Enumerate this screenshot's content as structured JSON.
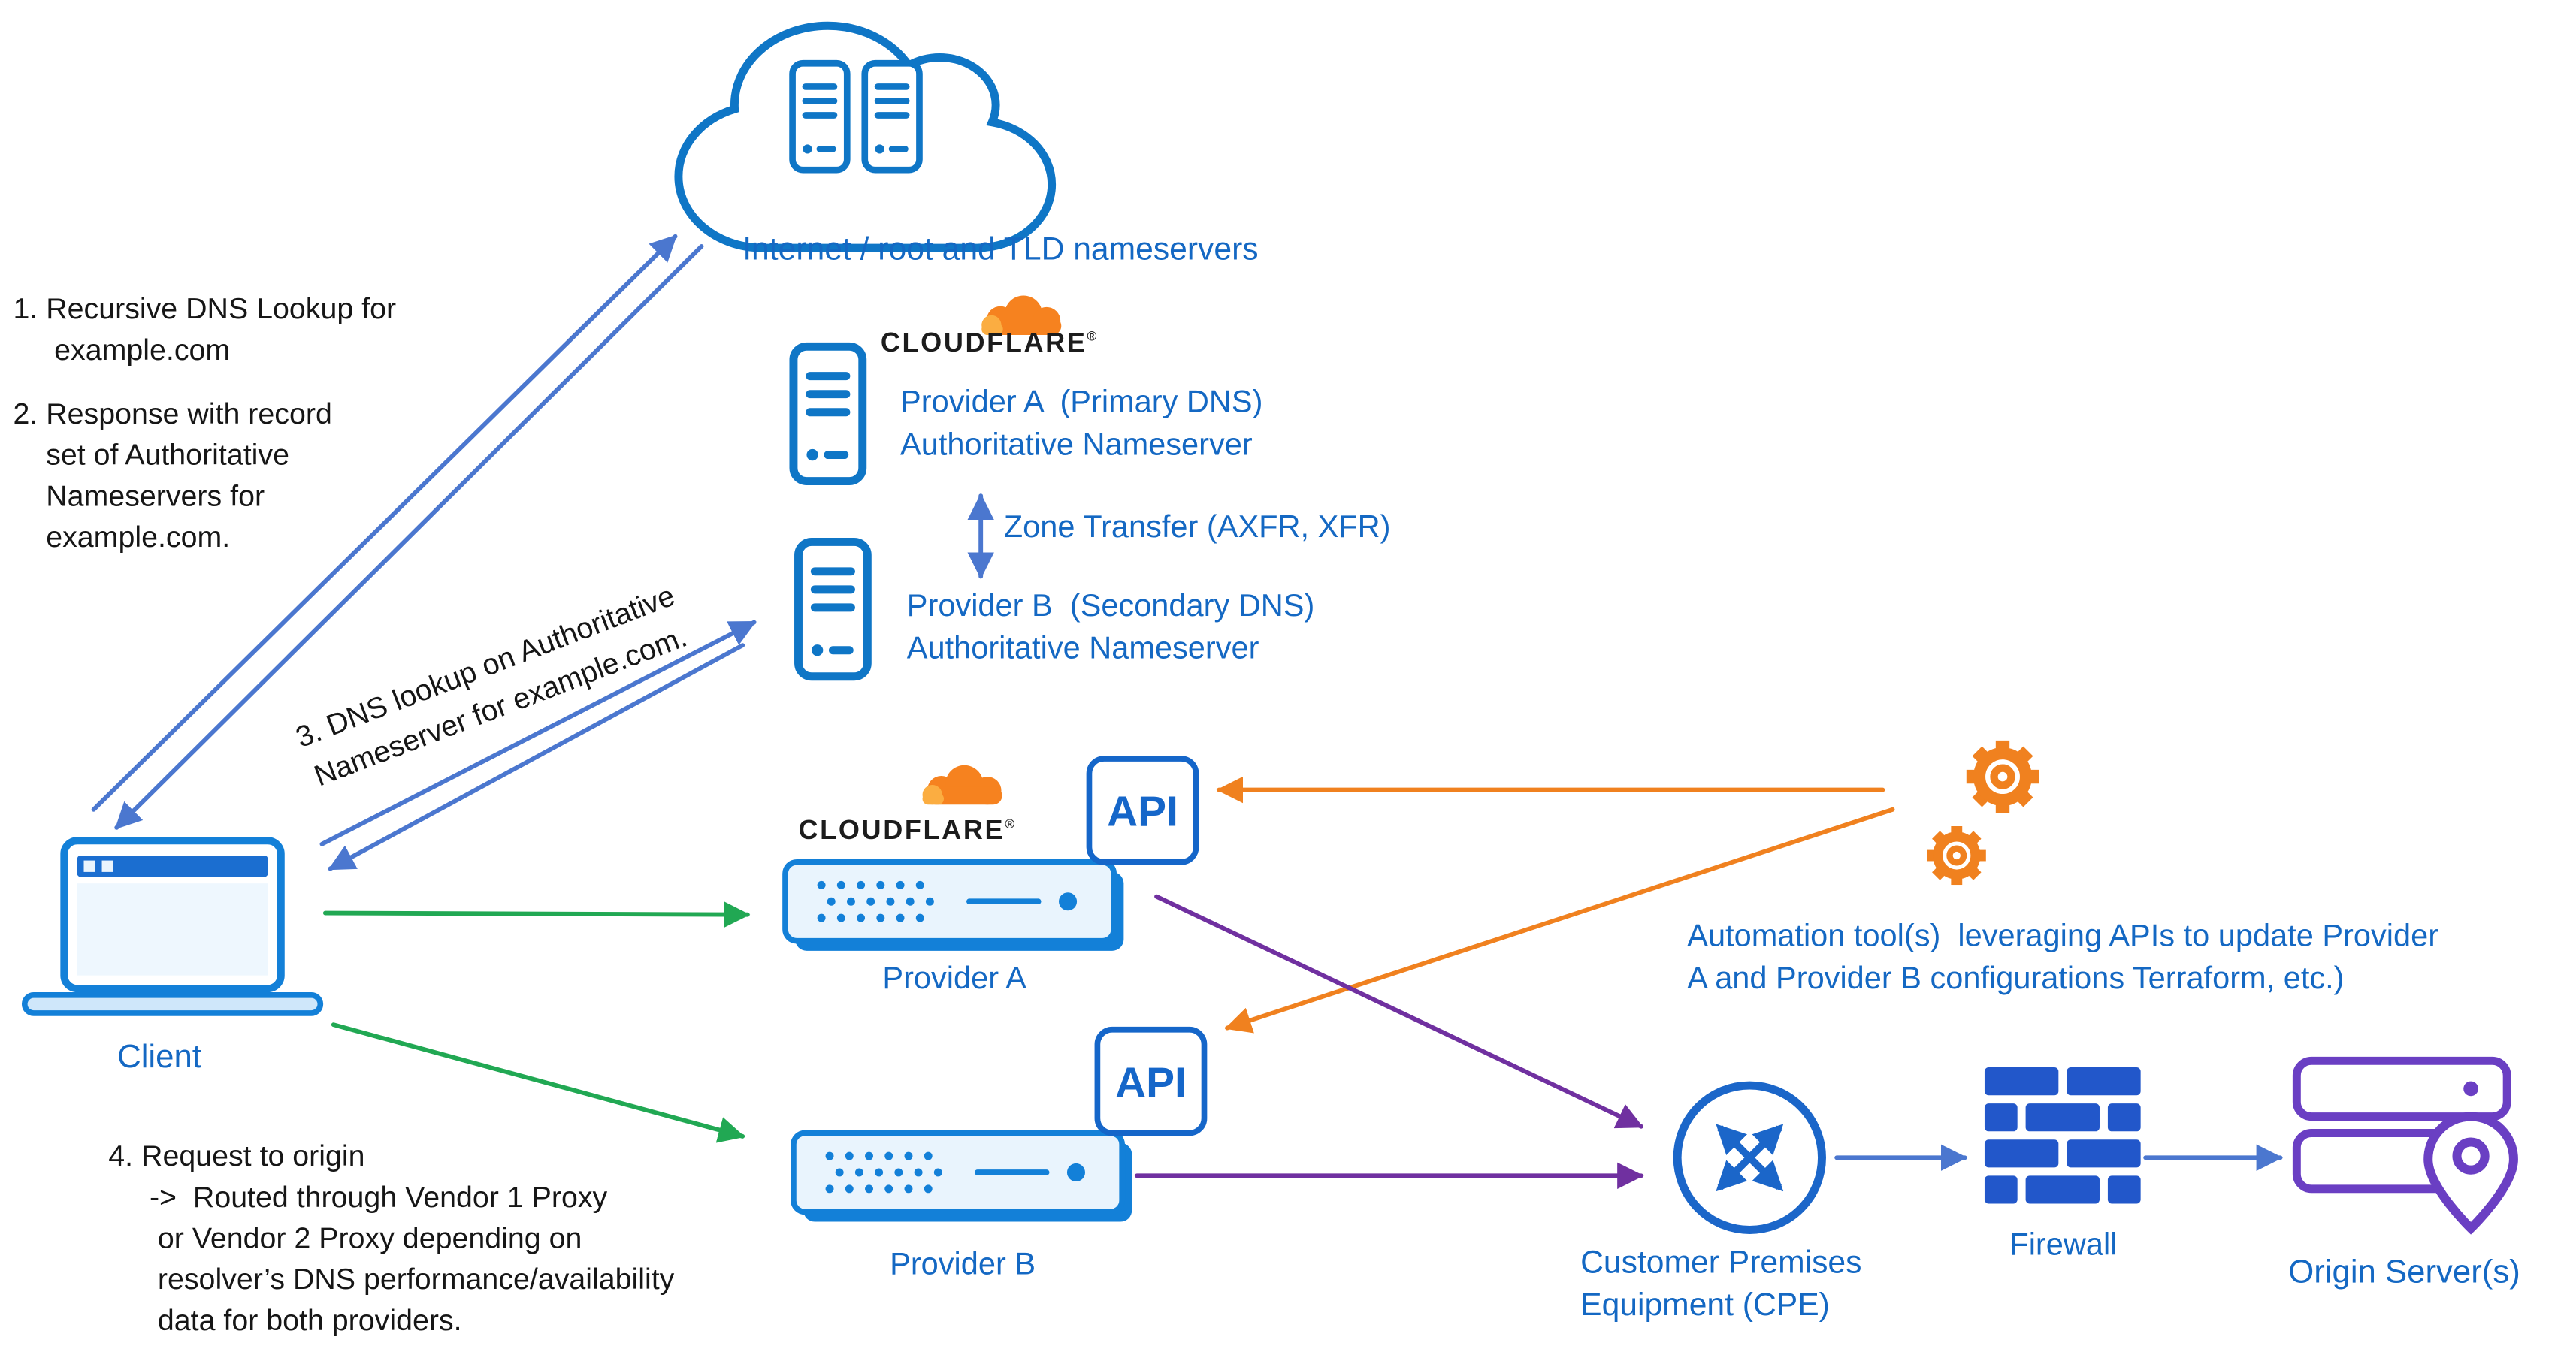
{
  "title": "Multi-provider DNS / dual-vendor proxy architecture diagram",
  "colors": {
    "label_blue": "#1468c3",
    "arrow_blue": "#4b77cf",
    "icon_blue": "#0f76c6",
    "laptop_blue": "#1380d8",
    "green": "#21a853",
    "orange": "#f0811f",
    "orange_light": "#fbad41",
    "purple": "#7030a0",
    "origin_purple": "#6a3fc3",
    "firewall_blue": "#2257ca",
    "text_black": "#161616"
  },
  "labels": {
    "internet": "Internet / root and TLD nameservers",
    "cloudflare_brand": "CLOUDFLARE",
    "cloudflare_reg": "®",
    "provider_a_ns": "Provider A  (Primary DNS)\nAuthoritative Nameserver",
    "zone_transfer": "Zone Transfer (AXFR, XFR)",
    "provider_b_ns": "Provider B  (Secondary DNS)\nAuthoritative Nameserver",
    "client": "Client",
    "provider_a": "Provider A",
    "provider_b": "Provider B",
    "api": "API",
    "automation": "Automation tool(s)  leveraging APIs to update Provider\nA and Provider B configurations Terraform, etc.)",
    "cpe": "Customer Premises\nEquipment (CPE)",
    "firewall": "Firewall",
    "origin": "Origin Server(s)"
  },
  "notes": {
    "step1": "1. Recursive DNS Lookup for\n     example.com",
    "step2": "2. Response with record\n    set of Authoritative\n    Nameservers for\n    example.com.",
    "step3": "3. DNS lookup on Authoritative\nNameserver for example.com.",
    "step4": "4. Request to origin\n     ->  Routed through Vendor 1 Proxy\n      or Vendor 2 Proxy depending on\n      resolver’s DNS performance/availability\n      data for both providers."
  }
}
